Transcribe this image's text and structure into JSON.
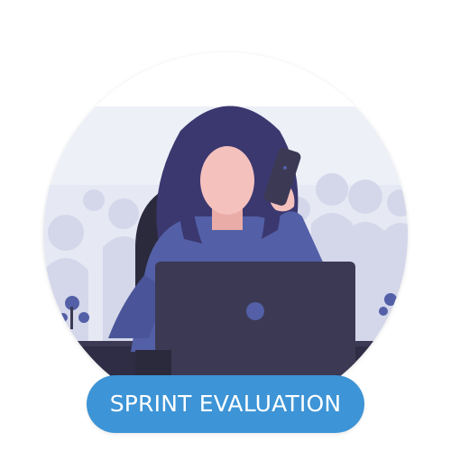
{
  "button": {
    "label": "SPRINT EVALUATION"
  },
  "illustration": {
    "subject": "woman-on-phone-at-laptop",
    "icons": [
      "woman-icon",
      "phone-icon",
      "laptop-icon",
      "chair-icon",
      "crowd-silhouettes",
      "plant-icon"
    ]
  },
  "colors": {
    "button_bg": "#3d94d6",
    "button_text": "#ffffff",
    "hair": "#3b3870",
    "sweater": "#5360a7",
    "skin": "#f4c1bd",
    "laptop": "#3c3955",
    "laptop_logo": "#5360a7",
    "circle_bg": "#eceef6",
    "silhouettes": "#d6d8eb"
  }
}
